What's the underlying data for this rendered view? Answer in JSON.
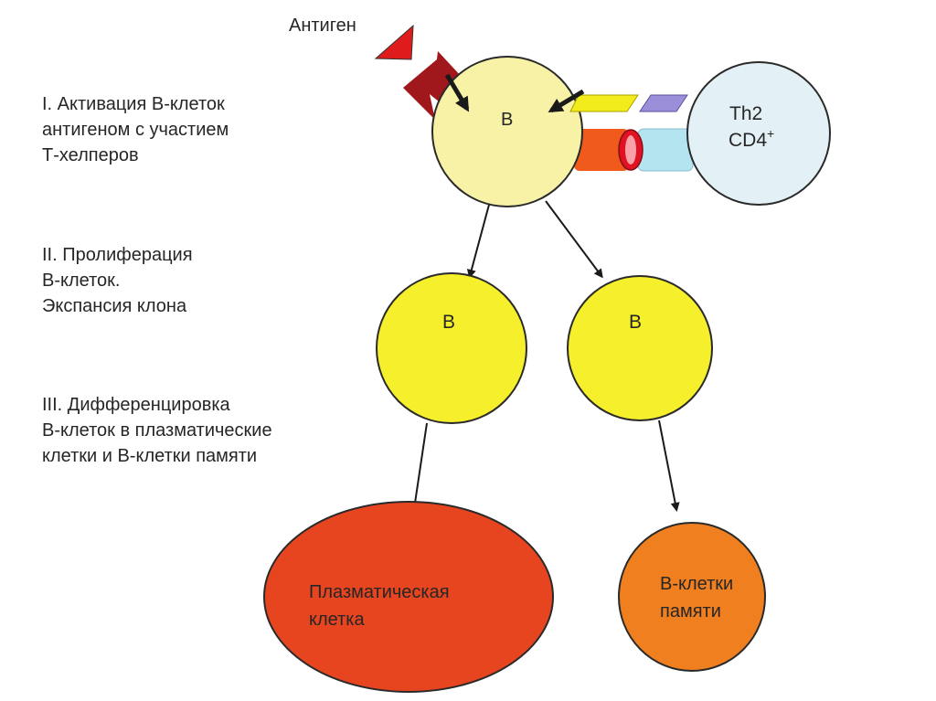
{
  "antigen_label": "Антиген",
  "stages": [
    {
      "lines": [
        "I. Активация В-клеток",
        "антигеном с участием",
        "Т-хелперов"
      ]
    },
    {
      "lines": [
        "II. Пролиферация",
        "В-клеток.",
        "Экспансия клона"
      ]
    },
    {
      "lines": [
        "III. Дифференцировка",
        "В-клеток в плазматические",
        "клетки и В-клетки памяти"
      ]
    }
  ],
  "cells": {
    "b_activated": {
      "label": "В"
    },
    "th2": {
      "line1": "Th2",
      "line2": "CD4",
      "sup": "+"
    },
    "b_clone_left": {
      "label": "В"
    },
    "b_clone_right": {
      "label": "В"
    },
    "plasma_cell": {
      "line1": "Плазматическая",
      "line2": "клетка"
    },
    "memory_cell": {
      "line1": "В-клетки",
      "line2": "памяти"
    }
  },
  "colors": {
    "antigen": "#e01b1b",
    "b_receptor": "#a0181c",
    "b_activated": "#f7f2a6",
    "b_clone": "#f5ef2c",
    "th2": "#e3f1f7",
    "plasma_cell": "#e6451f",
    "memory_cell": "#ef7f1f",
    "yellow_bar": "#f2ec1c",
    "purple_bar": "#9a8fd8",
    "cd40_orange": "#f05a1c",
    "cd40l_cyan": "#b3e4ef",
    "ring_red": "#e01324"
  }
}
